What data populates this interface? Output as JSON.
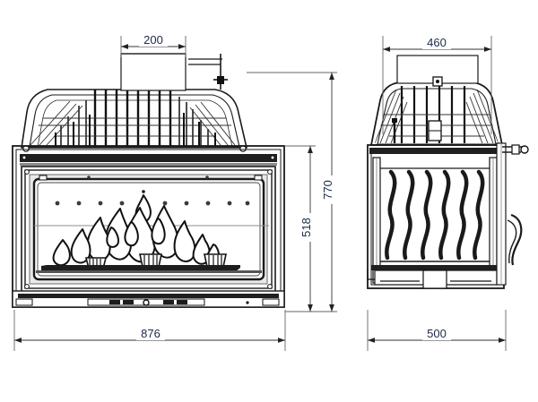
{
  "drawing": {
    "title": "Fireplace insert technical drawing",
    "type": "engineering-dimension-drawing",
    "views": [
      {
        "id": "front",
        "name": "front-elevation-view"
      },
      {
        "id": "side",
        "name": "side-elevation-view"
      }
    ],
    "line_color": "#1a1a1a",
    "dim_line_color": "#5a5a5a",
    "dim_text_color": "#1b2a4a",
    "background_color": "#ffffff"
  },
  "dimensions": {
    "front_top_width": {
      "value": "200",
      "unit": "mm",
      "orientation": "horizontal"
    },
    "front_total_width": {
      "value": "876",
      "unit": "mm",
      "orientation": "horizontal"
    },
    "front_total_height": {
      "value": "770",
      "unit": "mm",
      "orientation": "vertical"
    },
    "front_body_height": {
      "value": "518",
      "unit": "mm",
      "orientation": "vertical"
    },
    "side_top_width": {
      "value": "460",
      "unit": "mm",
      "orientation": "horizontal"
    },
    "side_total_depth": {
      "value": "500",
      "unit": "mm",
      "orientation": "horizontal"
    }
  }
}
